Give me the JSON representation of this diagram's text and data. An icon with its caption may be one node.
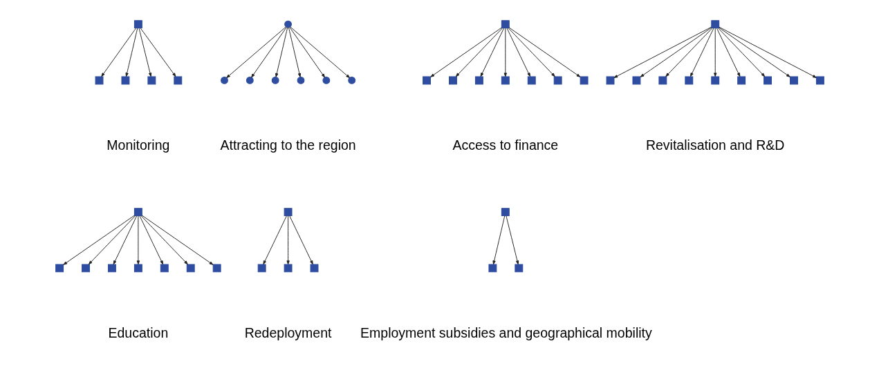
{
  "diagram": {
    "nodes": [
      {
        "text": [],
        "shape": "box"
      },
      {
        "text": [],
        "shape": "box"
      },
      {
        "text": [],
        "shape": "box"
      },
      {
        "text": [],
        "shape": "box"
      },
      {
        "text": [],
        "shape": "box"
      },
      {
        "text": [],
        "shape": "circle"
      },
      {
        "text": [],
        "shape": "circle"
      },
      {
        "text": [],
        "shape": "circle"
      },
      {
        "text": [],
        "shape": "circle"
      },
      {
        "text": [],
        "shape": "circle"
      },
      {
        "text": [],
        "shape": "circle"
      },
      {
        "text": [],
        "shape": "circle"
      },
      {
        "text": [],
        "shape": "box"
      },
      {
        "text": [],
        "shape": "box"
      },
      {
        "text": [],
        "shape": "box"
      },
      {
        "text": [],
        "shape": "box"
      },
      {
        "text": [],
        "shape": "box"
      },
      {
        "text": [],
        "shape": "box"
      },
      {
        "text": [],
        "shape": "box"
      },
      {
        "text": [],
        "shape": "box"
      },
      {
        "text": [],
        "shape": "box"
      },
      {
        "text": [],
        "shape": "box"
      },
      {
        "text": [],
        "shape": "box"
      },
      {
        "text": [],
        "shape": "box"
      },
      {
        "text": [],
        "shape": "box"
      },
      {
        "text": [],
        "shape": "box"
      },
      {
        "text": [],
        "shape": "box"
      },
      {
        "text": [],
        "shape": "box"
      },
      {
        "text": [],
        "shape": "box"
      },
      {
        "text": [],
        "shape": "box"
      },
      {
        "text": [],
        "shape": "box"
      },
      {
        "text": [],
        "shape": "box"
      },
      {
        "text": [],
        "shape": "box"
      },
      {
        "text": [],
        "shape": "box"
      },
      {
        "text": [],
        "shape": "box"
      },
      {
        "text": [],
        "shape": "box"
      },
      {
        "text": [],
        "shape": "box"
      },
      {
        "text": [],
        "shape": "box"
      },
      {
        "text": [],
        "shape": "box"
      },
      {
        "text": [],
        "shape": "box"
      },
      {
        "text": [],
        "shape": "box"
      },
      {
        "text": [],
        "shape": "box"
      },
      {
        "text": [],
        "shape": "box"
      },
      {
        "text": [],
        "shape": "box"
      },
      {
        "text": [],
        "shape": "box"
      }
    ],
    "edges": [
      {
        "from": 0,
        "to": 1,
        "arrow": "to"
      },
      {
        "from": 0,
        "to": 2,
        "arrow": "to"
      },
      {
        "from": 0,
        "to": 3,
        "arrow": "to"
      },
      {
        "from": 0,
        "to": 4,
        "arrow": "to"
      },
      {
        "from": 5,
        "to": 6,
        "arrow": "to"
      },
      {
        "from": 5,
        "to": 7,
        "arrow": "to"
      },
      {
        "from": 5,
        "to": 8,
        "arrow": "to"
      },
      {
        "from": 5,
        "to": 9,
        "arrow": "to"
      },
      {
        "from": 5,
        "to": 10,
        "arrow": "to"
      },
      {
        "from": 5,
        "to": 11,
        "arrow": "to"
      },
      {
        "from": 12,
        "to": 13,
        "arrow": "to"
      },
      {
        "from": 12,
        "to": 14,
        "arrow": "to"
      },
      {
        "from": 12,
        "to": 15,
        "arrow": "to"
      },
      {
        "from": 12,
        "to": 16,
        "arrow": "to"
      },
      {
        "from": 12,
        "to": 17,
        "arrow": "to"
      },
      {
        "from": 12,
        "to": 18,
        "arrow": "to"
      },
      {
        "from": 12,
        "to": 19,
        "arrow": "to"
      },
      {
        "from": 20,
        "to": 21,
        "arrow": "to"
      },
      {
        "from": 20,
        "to": 22,
        "arrow": "to"
      },
      {
        "from": 20,
        "to": 23,
        "arrow": "to"
      },
      {
        "from": 20,
        "to": 24,
        "arrow": "to"
      },
      {
        "from": 20,
        "to": 25,
        "arrow": "to"
      },
      {
        "from": 20,
        "to": 26,
        "arrow": "to"
      },
      {
        "from": 20,
        "to": 27,
        "arrow": "to"
      },
      {
        "from": 20,
        "to": 28,
        "arrow": "to"
      },
      {
        "from": 20,
        "to": 29,
        "arrow": "to"
      },
      {
        "from": 30,
        "to": 31,
        "arrow": "to"
      },
      {
        "from": 30,
        "to": 32,
        "arrow": "to"
      },
      {
        "from": 30,
        "to": 33,
        "arrow": "to"
      },
      {
        "from": 30,
        "to": 34,
        "arrow": "to"
      },
      {
        "from": 30,
        "to": 35,
        "arrow": "to"
      },
      {
        "from": 30,
        "to": 36,
        "arrow": "to"
      },
      {
        "from": 30,
        "to": 37,
        "arrow": "to"
      },
      {
        "from": 38,
        "to": 39,
        "arrow": "to"
      },
      {
        "from": 38,
        "to": 40,
        "arrow": "to"
      },
      {
        "from": 38,
        "to": 41,
        "arrow": "to"
      },
      {
        "from": 42,
        "to": 43,
        "arrow": "to"
      },
      {
        "from": 42,
        "to": 44,
        "arrow": "to"
      }
    ],
    "labels": [
      "Monitoring",
      "Attracting to the region",
      "Access to finance",
      "Revitalisation and R&D",
      "Education",
      "Redeployment",
      "Employment subsidies and geographical mobility"
    ]
  }
}
